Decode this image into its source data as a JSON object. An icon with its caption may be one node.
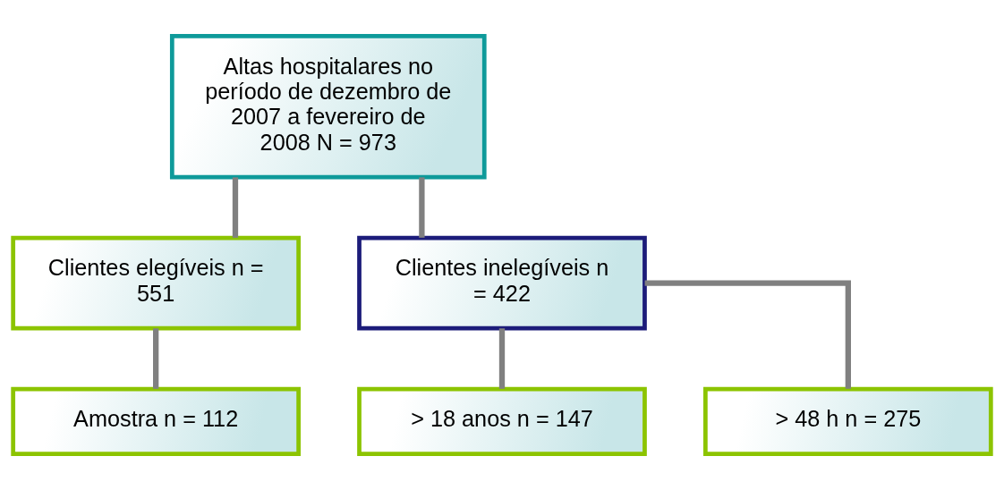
{
  "diagram": {
    "nodes": [
      {
        "text": [
          "Altas hospitalares no período de dezembro de 2007 a fevereiro de 2008 N = 973"
        ]
      },
      {
        "text": [
          "Clientes elegíveis n = 551"
        ]
      },
      {
        "text": [
          "Amostra n = 112"
        ]
      },
      {
        "text": [
          "Clientes inelegíveis n = 422"
        ]
      },
      {
        "text": [
          "> 18 anos n = 147"
        ]
      },
      {
        "text": [
          "> 48 h n = 275"
        ]
      }
    ],
    "edges": [
      {
        "from": 0,
        "to": 1,
        "arrow": "none"
      },
      {
        "from": 0,
        "to": 3,
        "arrow": "none"
      },
      {
        "from": 1,
        "to": 2,
        "arrow": "none"
      },
      {
        "from": 3,
        "to": 4,
        "arrow": "none"
      },
      {
        "from": 3,
        "to": 5,
        "arrow": "none"
      }
    ]
  }
}
